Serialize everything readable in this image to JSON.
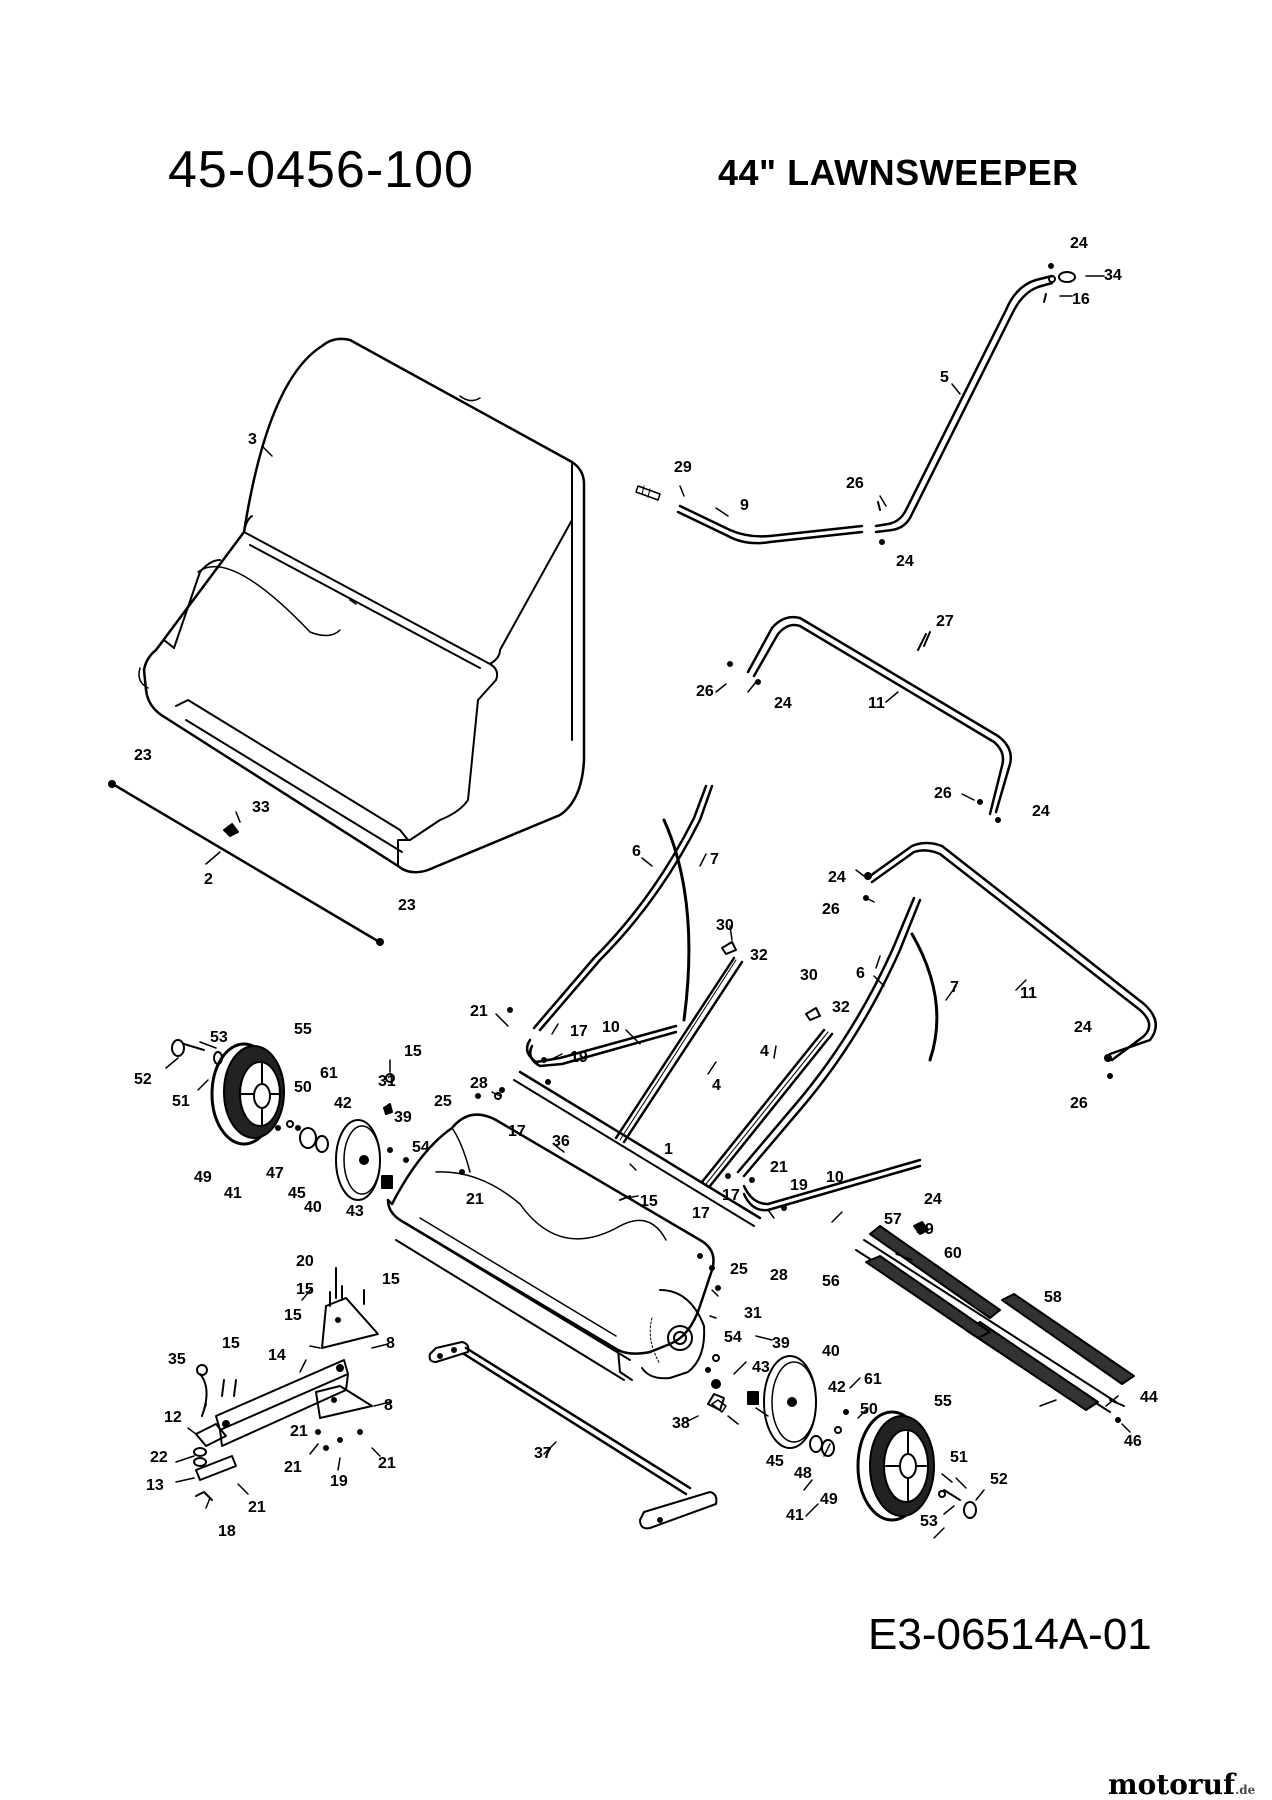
{
  "header": {
    "part_number": "45-0456-100",
    "model_name": "44\" LAWNSWEEPER"
  },
  "footer": {
    "diagram_code": "E3-06514A-01",
    "brand": "motoruf",
    "brand_tld": ".de"
  },
  "callouts": [
    {
      "key": "c1",
      "label": "24"
    },
    {
      "key": "c2",
      "label": "34"
    },
    {
      "key": "c3",
      "label": "16"
    },
    {
      "key": "c4",
      "label": "5"
    },
    {
      "key": "c5",
      "label": "29"
    },
    {
      "key": "c6",
      "label": "9"
    },
    {
      "key": "c7",
      "label": "26"
    },
    {
      "key": "c8",
      "label": "24"
    },
    {
      "key": "c9",
      "label": "3"
    },
    {
      "key": "c10",
      "label": "27"
    },
    {
      "key": "c11",
      "label": "26"
    },
    {
      "key": "c12",
      "label": "24"
    },
    {
      "key": "c13",
      "label": "11"
    },
    {
      "key": "c14",
      "label": "26"
    },
    {
      "key": "c15",
      "label": "24"
    },
    {
      "key": "c16",
      "label": "23"
    },
    {
      "key": "c17",
      "label": "33"
    },
    {
      "key": "c18",
      "label": "2"
    },
    {
      "key": "c19",
      "label": "23"
    },
    {
      "key": "c20",
      "label": "6"
    },
    {
      "key": "c21",
      "label": "7"
    },
    {
      "key": "c22",
      "label": "24"
    },
    {
      "key": "c23",
      "label": "26"
    },
    {
      "key": "c24",
      "label": "30"
    },
    {
      "key": "c25",
      "label": "32"
    },
    {
      "key": "c26",
      "label": "6"
    },
    {
      "key": "c27",
      "label": "7"
    },
    {
      "key": "c28",
      "label": "11"
    },
    {
      "key": "c29",
      "label": "30"
    },
    {
      "key": "c30",
      "label": "32"
    },
    {
      "key": "c31",
      "label": "21"
    },
    {
      "key": "c32",
      "label": "17"
    },
    {
      "key": "c33",
      "label": "19"
    },
    {
      "key": "c34",
      "label": "10"
    },
    {
      "key": "c35",
      "label": "4"
    },
    {
      "key": "c36",
      "label": "4"
    },
    {
      "key": "c37",
      "label": "24"
    },
    {
      "key": "c38",
      "label": "26"
    },
    {
      "key": "c39",
      "label": "53"
    },
    {
      "key": "c40",
      "label": "55"
    },
    {
      "key": "c41",
      "label": "52"
    },
    {
      "key": "c42",
      "label": "51"
    },
    {
      "key": "c43",
      "label": "15"
    },
    {
      "key": "c44",
      "label": "31"
    },
    {
      "key": "c45",
      "label": "50"
    },
    {
      "key": "c46",
      "label": "61"
    },
    {
      "key": "c47",
      "label": "42"
    },
    {
      "key": "c48",
      "label": "28"
    },
    {
      "key": "c49",
      "label": "25"
    },
    {
      "key": "c50",
      "label": "17"
    },
    {
      "key": "c51",
      "label": "36"
    },
    {
      "key": "c52",
      "label": "39"
    },
    {
      "key": "c53",
      "label": "54"
    },
    {
      "key": "c54",
      "label": "49"
    },
    {
      "key": "c55",
      "label": "41"
    },
    {
      "key": "c56",
      "label": "47"
    },
    {
      "key": "c57",
      "label": "45"
    },
    {
      "key": "c58",
      "label": "40"
    },
    {
      "key": "c59",
      "label": "43"
    },
    {
      "key": "c60",
      "label": "21"
    },
    {
      "key": "c61",
      "label": "1"
    },
    {
      "key": "c62",
      "label": "15"
    },
    {
      "key": "c63",
      "label": "21"
    },
    {
      "key": "c64",
      "label": "17"
    },
    {
      "key": "c65",
      "label": "19"
    },
    {
      "key": "c66",
      "label": "10"
    },
    {
      "key": "c67",
      "label": "24"
    },
    {
      "key": "c68",
      "label": "57"
    },
    {
      "key": "c69",
      "label": "59"
    },
    {
      "key": "c70",
      "label": "60"
    },
    {
      "key": "c71",
      "label": "20"
    },
    {
      "key": "c72",
      "label": "15"
    },
    {
      "key": "c73",
      "label": "15"
    },
    {
      "key": "c74",
      "label": "15"
    },
    {
      "key": "c75",
      "label": "17"
    },
    {
      "key": "c76",
      "label": "25"
    },
    {
      "key": "c77",
      "label": "28"
    },
    {
      "key": "c78",
      "label": "56"
    },
    {
      "key": "c79",
      "label": "58"
    },
    {
      "key": "c80",
      "label": "8"
    },
    {
      "key": "c81",
      "label": "31"
    },
    {
      "key": "c82",
      "label": "35"
    },
    {
      "key": "c83",
      "label": "15"
    },
    {
      "key": "c84",
      "label": "14"
    },
    {
      "key": "c85",
      "label": "8"
    },
    {
      "key": "c86",
      "label": "54"
    },
    {
      "key": "c87",
      "label": "39"
    },
    {
      "key": "c88",
      "label": "40"
    },
    {
      "key": "c89",
      "label": "43"
    },
    {
      "key": "c90",
      "label": "12"
    },
    {
      "key": "c91",
      "label": "21"
    },
    {
      "key": "c92",
      "label": "22"
    },
    {
      "key": "c93",
      "label": "13"
    },
    {
      "key": "c94",
      "label": "21"
    },
    {
      "key": "c95",
      "label": "19"
    },
    {
      "key": "c96",
      "label": "21"
    },
    {
      "key": "c97",
      "label": "21"
    },
    {
      "key": "c98",
      "label": "18"
    },
    {
      "key": "c99",
      "label": "37"
    },
    {
      "key": "c100",
      "label": "38"
    },
    {
      "key": "c101",
      "label": "42"
    },
    {
      "key": "c102",
      "label": "61"
    },
    {
      "key": "c103",
      "label": "50"
    },
    {
      "key": "c104",
      "label": "55"
    },
    {
      "key": "c105",
      "label": "45"
    },
    {
      "key": "c106",
      "label": "48"
    },
    {
      "key": "c107",
      "label": "49"
    },
    {
      "key": "c108",
      "label": "41"
    },
    {
      "key": "c109",
      "label": "51"
    },
    {
      "key": "c110",
      "label": "52"
    },
    {
      "key": "c111",
      "label": "53"
    },
    {
      "key": "c112",
      "label": "44"
    },
    {
      "key": "c113",
      "label": "46"
    }
  ]
}
